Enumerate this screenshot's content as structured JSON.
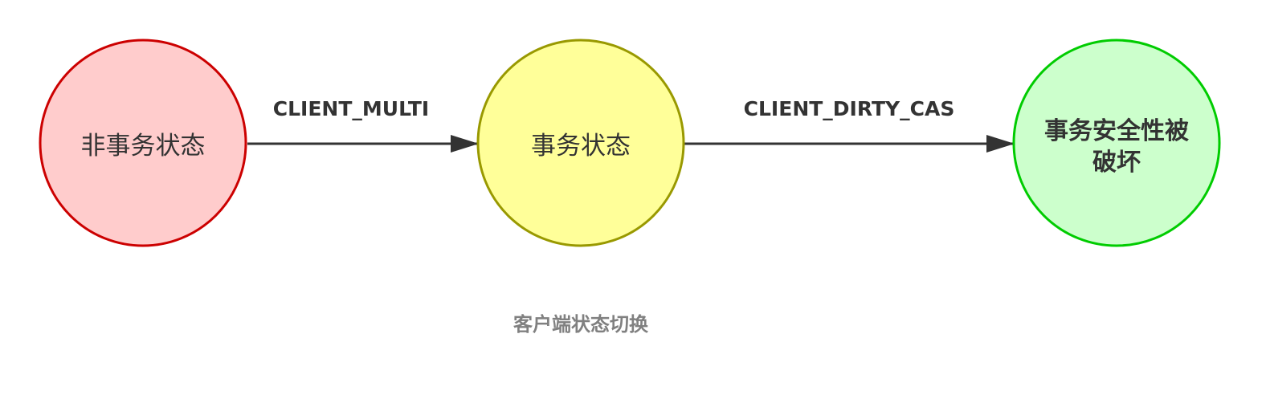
{
  "nodes": [
    {
      "id": "non-transaction",
      "label_lines": [
        "非事务状态"
      ],
      "fill": "#ffcccc",
      "stroke": "#cc0000",
      "bold": false
    },
    {
      "id": "transaction",
      "label_lines": [
        "事务状态"
      ],
      "fill": "#ffff99",
      "stroke": "#999900",
      "bold": false
    },
    {
      "id": "broken",
      "label_lines": [
        "事务安全性被",
        "破坏"
      ],
      "fill": "#ccffcc",
      "stroke": "#00cc00",
      "bold": true
    }
  ],
  "edges": [
    {
      "from": "non-transaction",
      "to": "transaction",
      "label": "CLIENT_MULTI"
    },
    {
      "from": "transaction",
      "to": "broken",
      "label": "CLIENT_DIRTY_CAS"
    }
  ],
  "caption": "客户端状态切换",
  "colors": {
    "edge": "#333333",
    "caption": "#808080"
  }
}
